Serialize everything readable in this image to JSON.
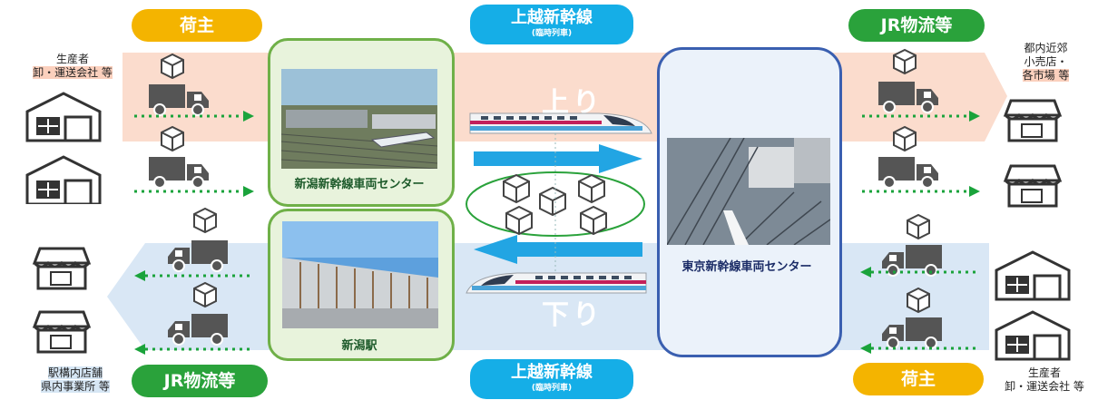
{
  "top_center": {
    "line": "上越新幹線",
    "sub": "(臨時列車)"
  },
  "bottom_center": {
    "line": "上越新幹線",
    "sub": "(臨時列車)"
  },
  "top_left_pill": "荷主",
  "top_right_pill": "JR物流等",
  "bottom_left_pill": "JR物流等",
  "bottom_right_pill": "荷主",
  "top_left_label": {
    "line1": "生産者",
    "line2": "卸・運送会社 等"
  },
  "top_right_label": {
    "line1": "都内近郊",
    "line2": "小売店・",
    "line3": "各市場 等"
  },
  "bottom_left_label": {
    "line1": "駅構内店舗",
    "line2": "県内事業所 等"
  },
  "bottom_right_label": {
    "line1": "生産者",
    "line2": "卸・運送会社 等"
  },
  "direction_up": "上り",
  "direction_down": "下り",
  "niigata_center": "新潟新幹線車両センター",
  "niigata_station": "新潟駅",
  "tokyo_center": "東京新幹線車両センター",
  "colors": {
    "yellow": "#f4b400",
    "green": "#2aa23b",
    "blue": "#15aee7",
    "up_band": "#fbdccd",
    "down_band": "#d9e7f5",
    "navy": "#3a5fb0"
  }
}
